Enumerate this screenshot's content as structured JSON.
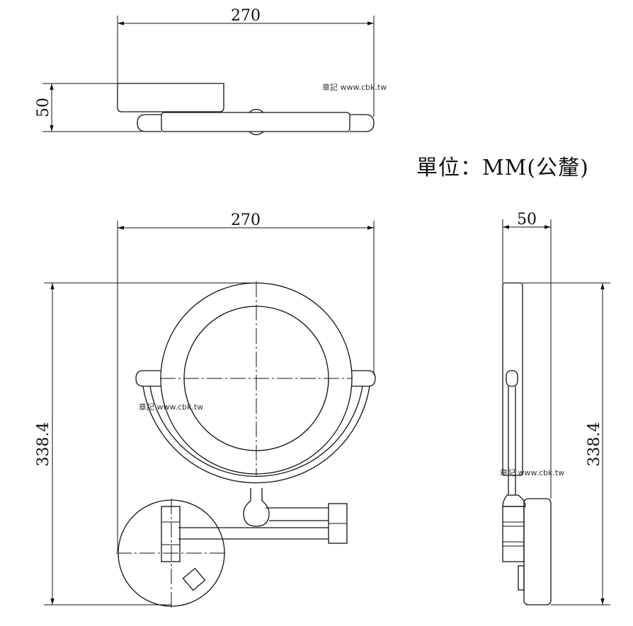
{
  "unit_label": "單位：MM(公釐)",
  "watermark": "章記 www.cbk.tw",
  "top_view": {
    "width_dim": "270",
    "depth_dim": "50"
  },
  "front_view": {
    "width_dim": "270",
    "height_dim": "338.4"
  },
  "side_view": {
    "depth_dim": "50",
    "height_dim": "338.4"
  }
}
